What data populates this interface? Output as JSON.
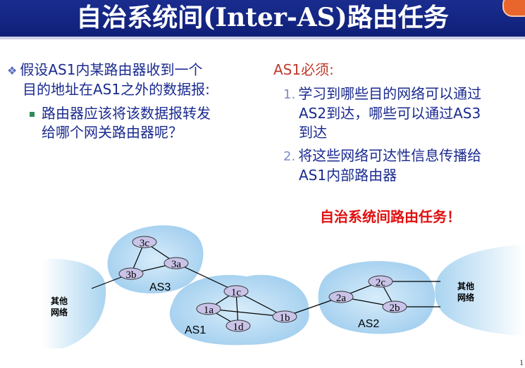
{
  "title": "自治系统间(Inter-AS)路由任务",
  "left": {
    "bullet_line1": "假设AS1内某路由器收到一个",
    "bullet_line2": "目的地址在AS1之外的数据报:",
    "sub_line1": "路由器应该将该数据报转发",
    "sub_line2": "给哪个网关路由器呢？"
  },
  "right": {
    "heading": "AS1必须:",
    "item1_num": "1.",
    "item1_line1": "学习到哪些目的网络可以通过",
    "item1_line2": "AS2到达，哪些可以通过AS3",
    "item1_line3": "到达",
    "item2_num": "2.",
    "item2_line1": "将这些网络可达性信息传播给",
    "item2_line2": "AS1内部路由器"
  },
  "note": "自治系统间路由任务！",
  "diagram": {
    "other_net_left": [
      "其他",
      "网络"
    ],
    "other_net_right": [
      "其他",
      "网络"
    ],
    "as_labels": [
      "AS3",
      "AS1",
      "AS2"
    ],
    "routers": [
      "3c",
      "3b",
      "3a",
      "1c",
      "1a",
      "1d",
      "1b",
      "2c",
      "2a",
      "2b"
    ]
  },
  "page_number": "1",
  "colors": {
    "title_bg": "#1a2d8f",
    "cloud": "#b3d7f2",
    "router": "#c9c3e8",
    "note": "#e01010"
  }
}
